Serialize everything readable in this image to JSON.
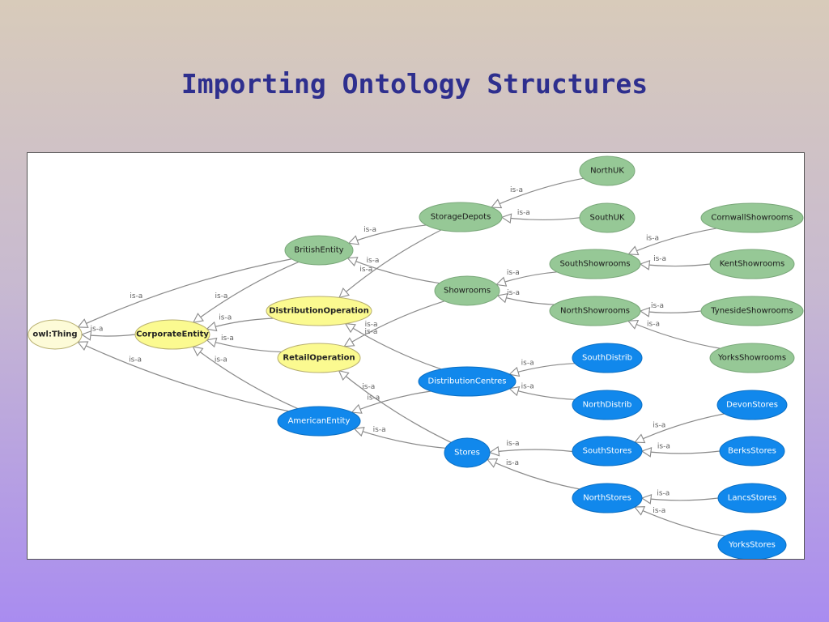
{
  "title": "Importing Ontology Structures",
  "colors": {
    "title": "#2e2f8e",
    "green": "#96c896",
    "yellow": "#fbfa90",
    "blue": "#1188ec",
    "cream": "#fdfbd8",
    "edge": "#8a8a8a"
  },
  "diagram": {
    "edge_label": "is-a",
    "nodes": [
      {
        "id": "owl_thing",
        "label": "owl:Thing",
        "style": "cream"
      },
      {
        "id": "corporate",
        "label": "CorporateEntity",
        "style": "yellow"
      },
      {
        "id": "british",
        "label": "BritishEntity",
        "style": "green"
      },
      {
        "id": "distop",
        "label": "DistributionOperation",
        "style": "yellow"
      },
      {
        "id": "retailop",
        "label": "RetailOperation",
        "style": "yellow"
      },
      {
        "id": "american",
        "label": "AmericanEntity",
        "style": "blue"
      },
      {
        "id": "storagedepots",
        "label": "StorageDepots",
        "style": "green"
      },
      {
        "id": "showrooms",
        "label": "Showrooms",
        "style": "green"
      },
      {
        "id": "distcentres",
        "label": "DistributionCentres",
        "style": "blue"
      },
      {
        "id": "stores",
        "label": "Stores",
        "style": "blue"
      },
      {
        "id": "northuk",
        "label": "NorthUK",
        "style": "green"
      },
      {
        "id": "southuk",
        "label": "SouthUK",
        "style": "green"
      },
      {
        "id": "southshow",
        "label": "SouthShowrooms",
        "style": "green"
      },
      {
        "id": "northshow",
        "label": "NorthShowrooms",
        "style": "green"
      },
      {
        "id": "southdistrib",
        "label": "SouthDistrib",
        "style": "blue"
      },
      {
        "id": "northdistrib",
        "label": "NorthDistrib",
        "style": "blue"
      },
      {
        "id": "southstores",
        "label": "SouthStores",
        "style": "blue"
      },
      {
        "id": "northstores",
        "label": "NorthStores",
        "style": "blue"
      },
      {
        "id": "cornwall",
        "label": "CornwallShowrooms",
        "style": "green"
      },
      {
        "id": "kent",
        "label": "KentShowrooms",
        "style": "green"
      },
      {
        "id": "tyneside",
        "label": "TynesideShowrooms",
        "style": "green"
      },
      {
        "id": "yorksshow",
        "label": "YorksShowrooms",
        "style": "green"
      },
      {
        "id": "devon",
        "label": "DevonStores",
        "style": "blue"
      },
      {
        "id": "berks",
        "label": "BerksStores",
        "style": "blue"
      },
      {
        "id": "lancs",
        "label": "LancsStores",
        "style": "blue"
      },
      {
        "id": "yorksstores",
        "label": "YorksStores",
        "style": "blue"
      }
    ],
    "edges": [
      {
        "from": "corporate",
        "to": "owl_thing"
      },
      {
        "from": "british",
        "to": "owl_thing"
      },
      {
        "from": "american",
        "to": "owl_thing"
      },
      {
        "from": "british",
        "to": "corporate"
      },
      {
        "from": "distop",
        "to": "corporate"
      },
      {
        "from": "retailop",
        "to": "corporate"
      },
      {
        "from": "american",
        "to": "corporate"
      },
      {
        "from": "storagedepots",
        "to": "british"
      },
      {
        "from": "showrooms",
        "to": "british"
      },
      {
        "from": "storagedepots",
        "to": "distop"
      },
      {
        "from": "distcentres",
        "to": "distop"
      },
      {
        "from": "showrooms",
        "to": "retailop"
      },
      {
        "from": "stores",
        "to": "retailop"
      },
      {
        "from": "distcentres",
        "to": "american"
      },
      {
        "from": "stores",
        "to": "american"
      },
      {
        "from": "northuk",
        "to": "storagedepots"
      },
      {
        "from": "southuk",
        "to": "storagedepots"
      },
      {
        "from": "southshow",
        "to": "showrooms"
      },
      {
        "from": "northshow",
        "to": "showrooms"
      },
      {
        "from": "southdistrib",
        "to": "distcentres"
      },
      {
        "from": "northdistrib",
        "to": "distcentres"
      },
      {
        "from": "southstores",
        "to": "stores"
      },
      {
        "from": "northstores",
        "to": "stores"
      },
      {
        "from": "cornwall",
        "to": "southshow"
      },
      {
        "from": "kent",
        "to": "southshow"
      },
      {
        "from": "tyneside",
        "to": "northshow"
      },
      {
        "from": "yorksshow",
        "to": "northshow"
      },
      {
        "from": "devon",
        "to": "southstores"
      },
      {
        "from": "berks",
        "to": "southstores"
      },
      {
        "from": "lancs",
        "to": "northstores"
      },
      {
        "from": "yorksstores",
        "to": "northstores"
      }
    ]
  }
}
